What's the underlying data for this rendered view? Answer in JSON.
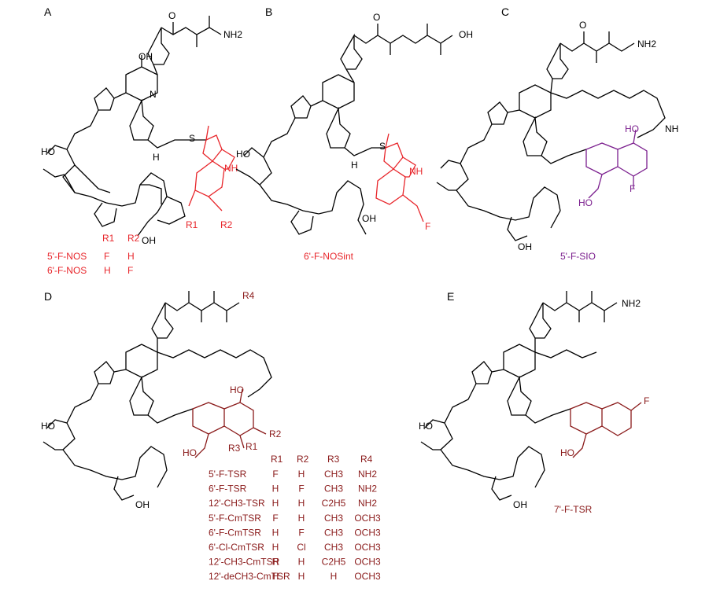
{
  "colors": {
    "red": "#e8262b",
    "purple": "#7b1f8e",
    "dark_red": "#8a1a1a",
    "black": "#000000"
  },
  "panels": {
    "A": {
      "letter": "A",
      "header": {
        "r1": "R1",
        "r2": "R2"
      },
      "rows": [
        {
          "name": "5'-F-NOS",
          "r1": "F",
          "r2": "H"
        },
        {
          "name": "6'-F-NOS",
          "r1": "H",
          "r2": "F"
        }
      ],
      "atoms": [
        "OH",
        "O",
        "NH2",
        "N",
        "H",
        "S",
        "HO",
        "NH",
        "R1",
        "R2",
        "OH"
      ]
    },
    "B": {
      "letter": "B",
      "caption": "6'-F-NOSint",
      "atoms": [
        "OH",
        "O",
        "H",
        "S",
        "F",
        "NH",
        "OH",
        "HO"
      ]
    },
    "C": {
      "letter": "C",
      "caption": "5'-F-SIO",
      "atoms": [
        "NH2",
        "O",
        "HO",
        "F",
        "HO",
        "OH",
        "NH"
      ]
    },
    "D": {
      "letter": "D",
      "header": {
        "r1": "R1",
        "r2": "R2",
        "r3": "R3",
        "r4": "R4"
      },
      "rows": [
        {
          "name": "5'-F-TSR",
          "r1": "F",
          "r2": "H",
          "r3": "CH3",
          "r4": "NH2"
        },
        {
          "name": "6'-F-TSR",
          "r1": "H",
          "r2": "F",
          "r3": "CH3",
          "r4": "NH2"
        },
        {
          "name": "12'-CH3-TSR",
          "r1": "H",
          "r2": "H",
          "r3": "C2H5",
          "r4": "NH2"
        },
        {
          "name": "5'-F-CmTSR",
          "r1": "F",
          "r2": "H",
          "r3": "CH3",
          "r4": "OCH3"
        },
        {
          "name": "6'-F-CmTSR",
          "r1": "H",
          "r2": "F",
          "r3": "CH3",
          "r4": "OCH3"
        },
        {
          "name": "6'-Cl-CmTSR",
          "r1": "H",
          "r2": "Cl",
          "r3": "CH3",
          "r4": "OCH3"
        },
        {
          "name": "12'-CH3-CmTSR",
          "r1": "H",
          "r2": "H",
          "r3": "C2H5",
          "r4": "OCH3"
        },
        {
          "name": "12'-deCH3-CmTSR",
          "r1": "H",
          "r2": "H",
          "r3": "H",
          "r4": "OCH3"
        }
      ],
      "atoms": [
        "R4",
        "HO",
        "R2",
        "R3",
        "R1",
        "HO",
        "OH",
        "HO"
      ]
    },
    "E": {
      "letter": "E",
      "caption": "7'-F-TSR",
      "atoms": [
        "NH2",
        "F",
        "HO",
        "HO",
        "OH"
      ]
    }
  }
}
